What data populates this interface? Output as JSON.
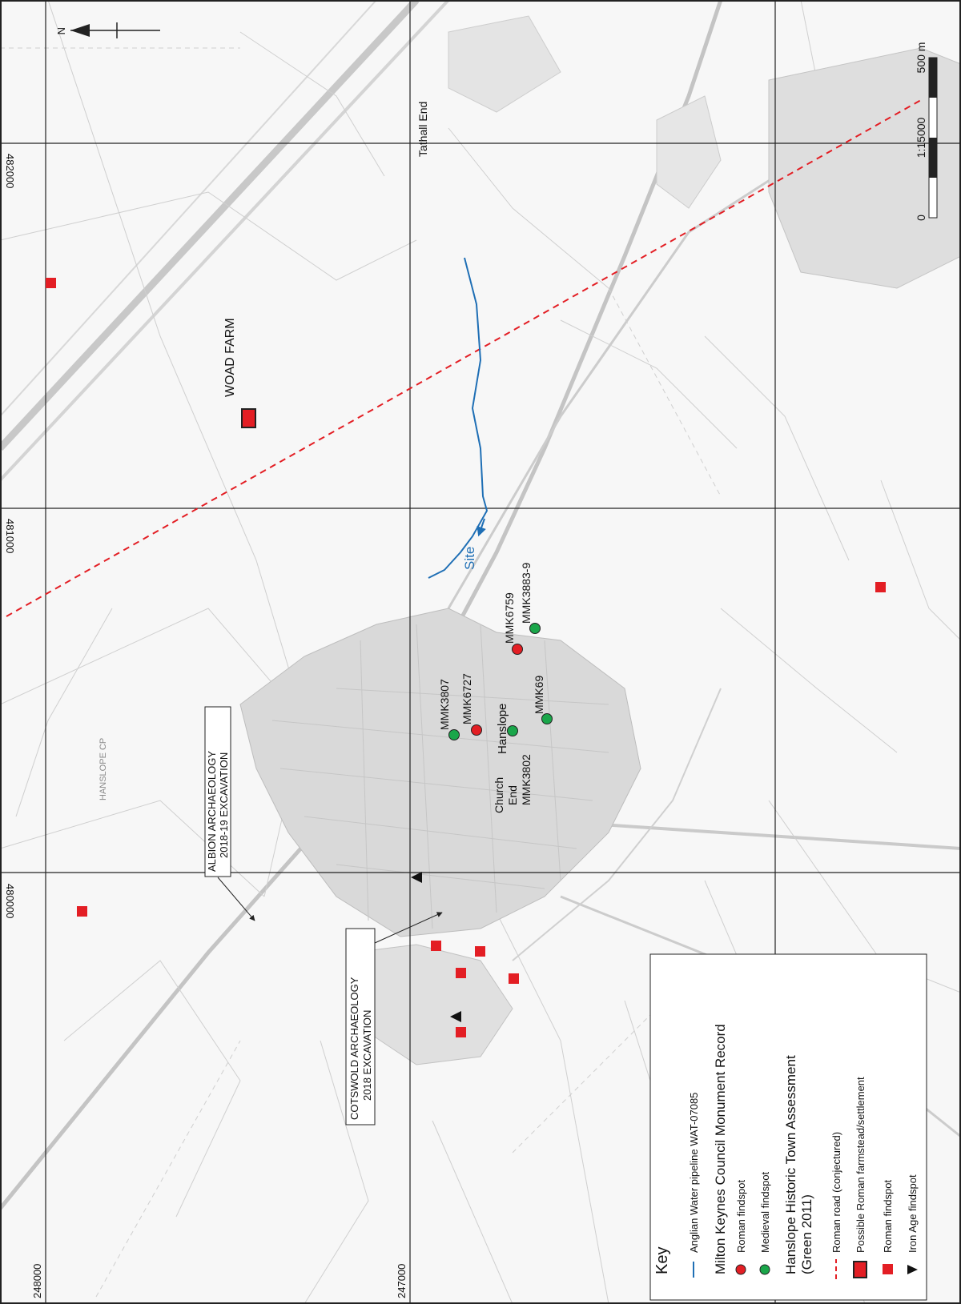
{
  "map": {
    "north_label": "N",
    "grid_labels": {
      "x_top": [
        "482000",
        "481000",
        "480000"
      ],
      "y_left": [
        "248000",
        "247000"
      ]
    },
    "scale": {
      "zero": "0",
      "ratio": "1:15000",
      "end": "500 m"
    },
    "place_labels": {
      "tathall_end": "Tathall End",
      "woad_farm": "WOAD FARM",
      "hanslope_cp": "HANSLOPE CP",
      "hanslope": "Hanslope",
      "church": "Church",
      "end": "End",
      "site": "Site"
    },
    "excavations": {
      "albion_line1": "ALBION ARCHAEOLOGY",
      "albion_line2": "2018-19 EXCAVATION",
      "cotswold_line1": "COTSWOLD ARCHAEOLOGY",
      "cotswold_line2": "2018 EXCAVATION"
    },
    "monuments": [
      {
        "id": "MMK3807",
        "type": "medieval"
      },
      {
        "id": "MMK6727",
        "type": "roman"
      },
      {
        "id": "MMK3802",
        "type": "medieval"
      },
      {
        "id": "MMK69",
        "type": "medieval"
      },
      {
        "id": "MMK6759",
        "type": "roman"
      },
      {
        "id": "MMK3883-9",
        "type": "medieval"
      }
    ],
    "colors": {
      "roman": "#e31e24",
      "medieval": "#1aa64a",
      "pipeline": "#1f6fb5",
      "road": "#e31e24"
    }
  },
  "legend": {
    "title": "Key",
    "pipeline": "Anglian Water pipeline WAT-07085",
    "mk_heading": "Milton Keynes Council Monument Record",
    "roman_findspot": "Roman findspot",
    "medieval_findspot": "Medieval findspot",
    "hanslope_heading_1": "Hanslope Historic Town Assessment",
    "hanslope_heading_2": "(Green 2011)",
    "roman_road": "Roman road (conjectured)",
    "roman_settlement": "Possible Roman farmstead/settlement",
    "roman_findspot_2": "Roman findspot",
    "iron_age": "Iron Age findspot"
  }
}
